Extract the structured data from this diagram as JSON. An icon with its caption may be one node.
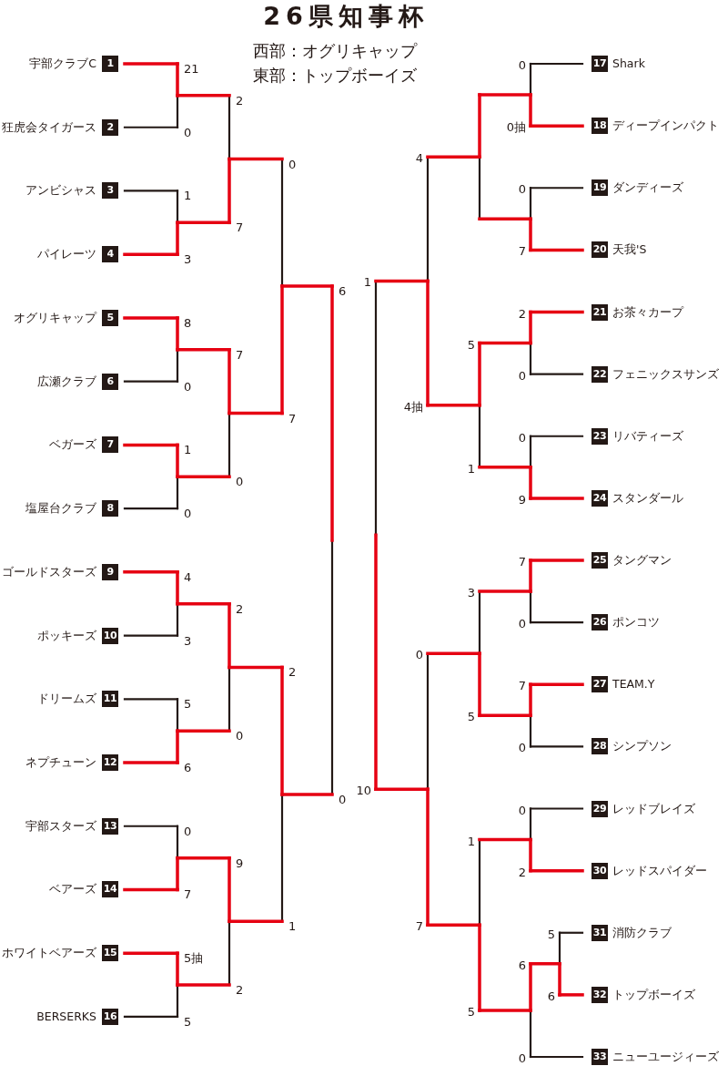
{
  "diagram": {
    "title": "26県知事杯",
    "nodes": [
      {
        "text": [
          "1"
        ],
        "beside": [
          "宇部クラブC"
        ]
      },
      {
        "text": [
          "2"
        ],
        "beside": [
          "狂虎会タイガース"
        ]
      },
      {
        "text": [
          "3"
        ],
        "beside": [
          "アンビシャス"
        ]
      },
      {
        "text": [
          "4"
        ],
        "beside": [
          "パイレーツ"
        ]
      },
      {
        "text": [
          "5"
        ],
        "beside": [
          "オグリキャップ"
        ]
      },
      {
        "text": [
          "6"
        ],
        "beside": [
          "広瀬クラブ"
        ]
      },
      {
        "text": [
          "7"
        ],
        "beside": [
          "ベガーズ"
        ]
      },
      {
        "text": [
          "8"
        ],
        "beside": [
          "塩屋台クラブ"
        ]
      },
      {
        "text": [
          "9"
        ],
        "beside": [
          "ゴールドスターズ"
        ]
      },
      {
        "text": [
          "10"
        ],
        "beside": [
          "ポッキーズ"
        ]
      },
      {
        "text": [
          "11"
        ],
        "beside": [
          "ドリームズ"
        ]
      },
      {
        "text": [
          "12"
        ],
        "beside": [
          "ネプチューン"
        ]
      },
      {
        "text": [
          "13"
        ],
        "beside": [
          "宇部スターズ"
        ]
      },
      {
        "text": [
          "14"
        ],
        "beside": [
          "ベアーズ"
        ]
      },
      {
        "text": [
          "15"
        ],
        "beside": [
          "ホワイトベアーズ"
        ]
      },
      {
        "text": [
          "16"
        ],
        "beside": [
          "BERSERKS"
        ]
      },
      {
        "text": [
          "17"
        ],
        "beside": [
          "Shark"
        ]
      },
      {
        "text": [
          "18"
        ],
        "beside": [
          "ディープインパクト"
        ]
      },
      {
        "text": [
          "19"
        ],
        "beside": [
          "ダンディーズ"
        ]
      },
      {
        "text": [
          "20"
        ],
        "beside": [
          "天我'S"
        ]
      },
      {
        "text": [
          "21"
        ],
        "beside": [
          "お茶々カープ"
        ]
      },
      {
        "text": [
          "22"
        ],
        "beside": [
          "フェニックスサンズ"
        ]
      },
      {
        "text": [
          "23"
        ],
        "beside": [
          "リバティーズ"
        ]
      },
      {
        "text": [
          "24"
        ],
        "beside": [
          "スタンダール"
        ]
      },
      {
        "text": [
          "25"
        ],
        "beside": [
          "タングマン"
        ]
      },
      {
        "text": [
          "26"
        ],
        "beside": [
          "ポンコツ"
        ]
      },
      {
        "text": [
          "27"
        ],
        "beside": [
          "TEAM.Y"
        ]
      },
      {
        "text": [
          "28"
        ],
        "beside": [
          "シンプソン"
        ]
      },
      {
        "text": [
          "29"
        ],
        "beside": [
          "レッドブレイズ"
        ]
      },
      {
        "text": [
          "30"
        ],
        "beside": [
          "レッドスパイダー"
        ]
      },
      {
        "text": [
          "31"
        ],
        "beside": [
          "消防クラブ"
        ]
      },
      {
        "text": [
          "32"
        ],
        "beside": [
          "トップボーイズ"
        ]
      },
      {
        "text": [
          "33"
        ],
        "beside": [
          "ニューユージィーズ"
        ]
      }
    ],
    "labels": [
      "西部：オグリキャップ",
      "東部：トップボーイズ",
      "21",
      "0",
      "2",
      "0",
      "0抽",
      "0",
      "4",
      "1",
      "0",
      "7",
      "3",
      "7",
      "6",
      "1",
      "8",
      "2",
      "7",
      "5",
      "0",
      "0",
      "7",
      "4抽",
      "1",
      "0",
      "0",
      "1",
      "0",
      "9",
      "4",
      "7",
      "2",
      "3",
      "3",
      "0",
      "2",
      "0",
      "5",
      "7",
      "0",
      "5",
      "6",
      "0",
      "0",
      "10",
      "0",
      "0",
      "9",
      "1",
      "7",
      "2",
      "1",
      "7",
      "5",
      "5抽",
      "6",
      "2",
      "6",
      "5",
      "5",
      "0"
    ]
  }
}
